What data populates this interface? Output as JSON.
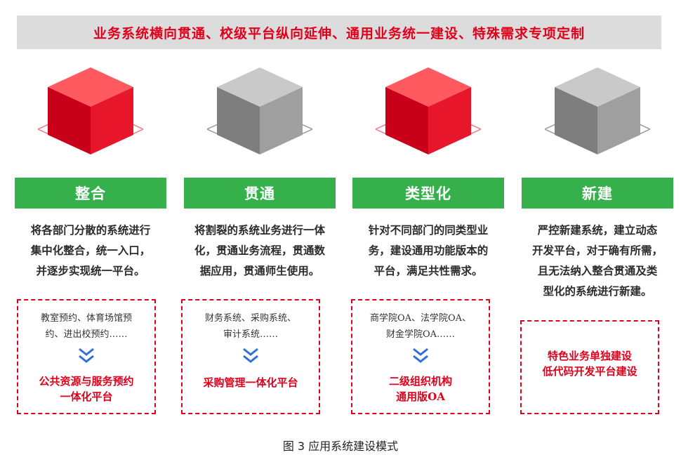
{
  "banner": {
    "title": "业务系统横向贯通、校级平台纵向延伸、通用业务统一建设、特殊需求专项定制"
  },
  "columns": [
    {
      "label": "整合",
      "cube_color": "red",
      "desc_lines": [
        "将各部门分散的系统进行",
        "集中化整合，统一入口，",
        "并逐步实现统一平台。"
      ],
      "examples_lines": [
        "教室预约、体育场馆预",
        "约、进出校预约……"
      ],
      "result_lines": [
        "公共资源与服务预约",
        "一体化平台"
      ]
    },
    {
      "label": "贯通",
      "cube_color": "gray",
      "desc_lines": [
        "将割裂的系统业务进行一体",
        "化，贯通业务流程，贯通数",
        "据应用，贯通师生使用。"
      ],
      "examples_lines": [
        "财务系统、采购系统、",
        "审计系统……"
      ],
      "result_lines": [
        "采购管理一体化平台"
      ]
    },
    {
      "label": "类型化",
      "cube_color": "red",
      "desc_lines": [
        "针对不同部门的同类型业",
        "务，建设通用功能版本的",
        "平台，满足共性需求。"
      ],
      "examples_lines": [
        "商学院OA、法学院OA、",
        "财金学院OA……"
      ],
      "result_lines": [
        "二级组织机构",
        "通用版OA"
      ]
    },
    {
      "label": "新建",
      "cube_color": "gray",
      "desc_lines": [
        "严控新建系统，建立动态",
        "开发平台，对于确有所需，",
        "且无法纳入整合贯通及类",
        "型化的系统进行新建。"
      ],
      "examples_lines": [],
      "result_lines": [
        "特色业务单独建设",
        "低代码开发平台建设"
      ]
    }
  ],
  "caption": "图 3  应用系统建设模式",
  "colors": {
    "accent_red": "#e0001b",
    "label_green": "#35b04a",
    "banner_gray": "#dcdcdc"
  }
}
